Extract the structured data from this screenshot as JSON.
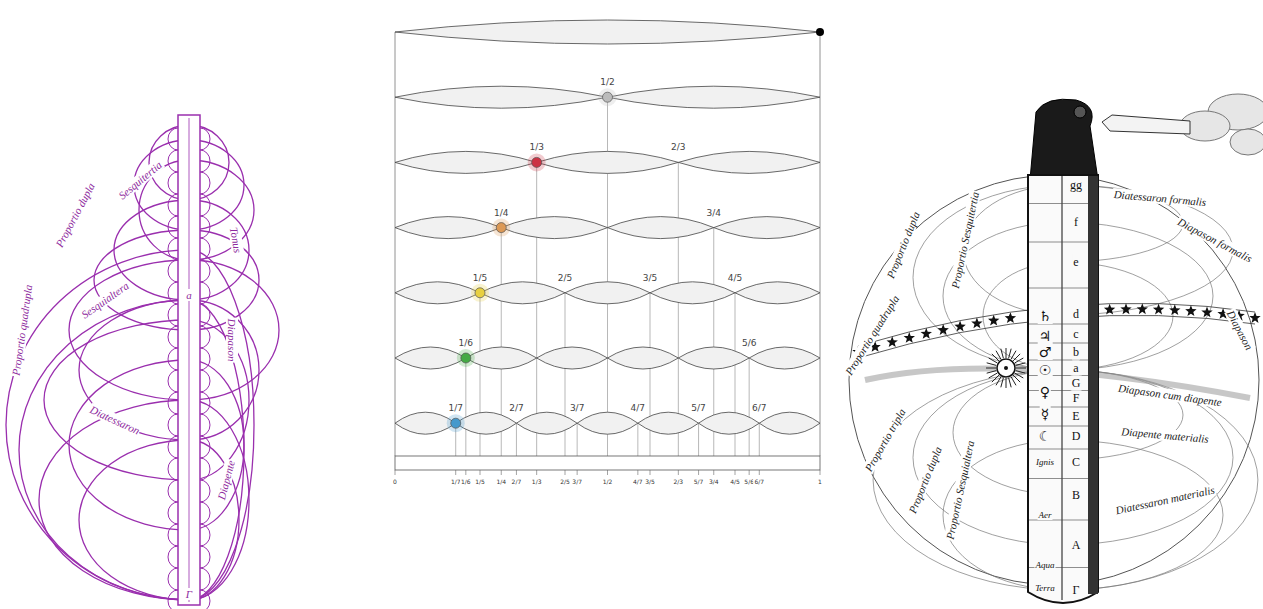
{
  "diagram": {
    "labels": [
      "Proportio quadrupla",
      "Proportio dupla",
      "Sesquitertia",
      "Sesquialtera",
      "Diatessaron",
      "Diapason",
      "Diapente",
      "Tonus",
      "a",
      "Γ",
      "1/2",
      "1/3",
      "2/3",
      "1/4",
      "3/4",
      "1/5",
      "2/5",
      "3/5",
      "4/5",
      "1/6",
      "5/6",
      "1/7",
      "2/7",
      "3/7",
      "4/7",
      "5/7",
      "6/7",
      "0",
      "1/7",
      "1/6",
      "1/5",
      "1/4",
      "2/7",
      "1/3",
      "2/5",
      "3/7",
      "1/2",
      "4/7",
      "3/5",
      "2/3",
      "5/7",
      "3/4",
      "4/5",
      "5/6",
      "6/7",
      "1",
      "gg",
      "f",
      "e",
      "d",
      "c",
      "b",
      "a",
      "G",
      "F",
      "E",
      "D",
      "C",
      "B",
      "A",
      "Γ",
      "♄",
      "♃",
      "♂",
      "☉",
      "♀",
      "☿",
      "☾",
      "Ignis",
      "Aer",
      "Aqua",
      "Terra",
      "Proportio dupla",
      "Proportio Sesquitertia",
      "Diatessaron formalis",
      "Diapason formalis",
      "Proportio quadrupla",
      "Diapason",
      "Diapason cum diapente",
      "Diapente materialis",
      "Diatessaron materialis",
      "Proportio tripla",
      "Proportio dupla",
      "Proportio Sesquialtera"
    ]
  }
}
